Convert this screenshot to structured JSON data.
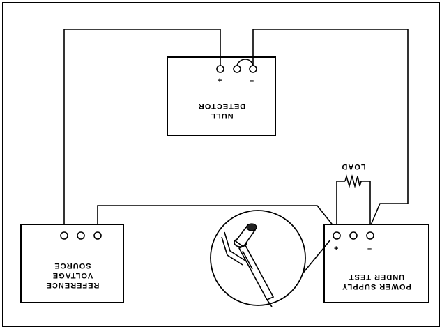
{
  "null_detector": {
    "label_line1": "NULL",
    "label_line2": "DETECTOR",
    "plus": "+",
    "minus": "–"
  },
  "reference_source": {
    "label_line1": "REFERENCE",
    "label_line2": "VOLTAGE",
    "label_line3": "SOURCE"
  },
  "power_supply": {
    "label_line1": "POWER SUPPLY",
    "label_line2": "UNDER TEST",
    "plus": "+",
    "minus": "–"
  },
  "load": {
    "label": "LOAD"
  },
  "colors": {
    "line": "#000000",
    "background": "#ffffff"
  }
}
